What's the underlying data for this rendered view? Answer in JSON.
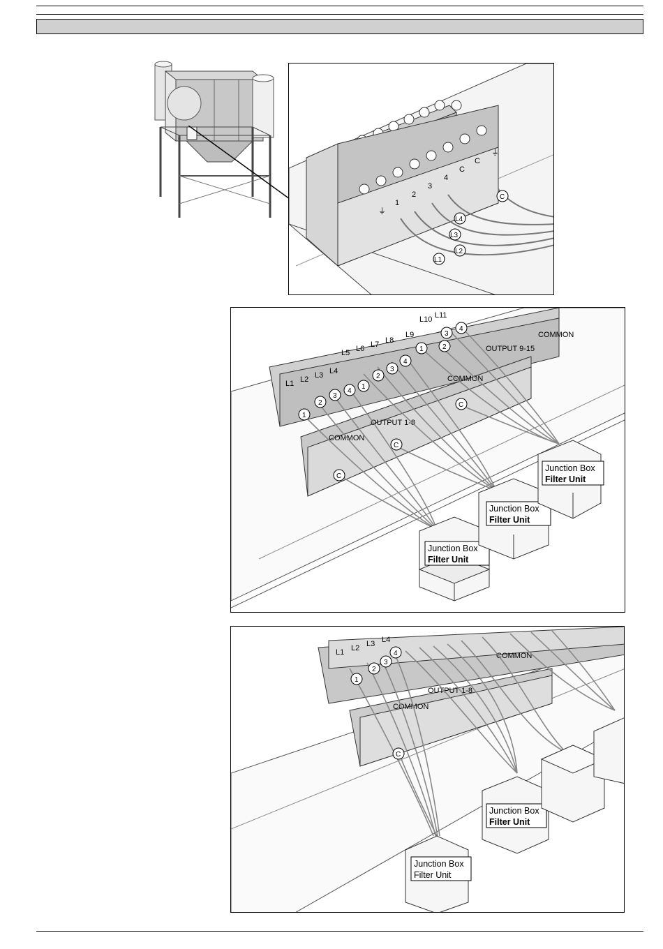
{
  "header": {
    "title": ""
  },
  "figure1": {
    "terminal_labels": [
      "1",
      "2",
      "3",
      "4",
      "C",
      "C"
    ],
    "wire_callouts": [
      "L4",
      "L3",
      "L2",
      "L1",
      "C"
    ],
    "earth_symbol": "⏚"
  },
  "figure2": {
    "terminal_labels": [
      "L1",
      "L2",
      "L3",
      "L4",
      "L5",
      "L6",
      "L7",
      "L8",
      "L9",
      "L10",
      "L11"
    ],
    "rail_labels": [
      "COMMON",
      "OUTPUT 1-8",
      "COMMON",
      "OUTPUT 9-15",
      "COMMON"
    ],
    "wire_callouts": [
      "1",
      "2",
      "3",
      "4",
      "C"
    ],
    "junction_boxes": [
      {
        "line1": "Junction Box",
        "line2": "Filter Unit"
      },
      {
        "line1": "Junction Box",
        "line2": "Filter Unit"
      },
      {
        "line1": "Junction Box",
        "line2": "Filter Unit"
      }
    ]
  },
  "figure3": {
    "terminal_labels": [
      "L1",
      "L2",
      "L3",
      "L4"
    ],
    "rail_labels": [
      "COMMON",
      "OUTPUT 1-8",
      "COMMON"
    ],
    "wire_callouts": [
      "1",
      "2",
      "3",
      "4",
      "C"
    ],
    "junction_boxes": [
      {
        "line1": "Junction Box",
        "line2": "Filter Unit"
      },
      {
        "line1": "Junction Box",
        "line2": "Filter Unit"
      }
    ]
  }
}
